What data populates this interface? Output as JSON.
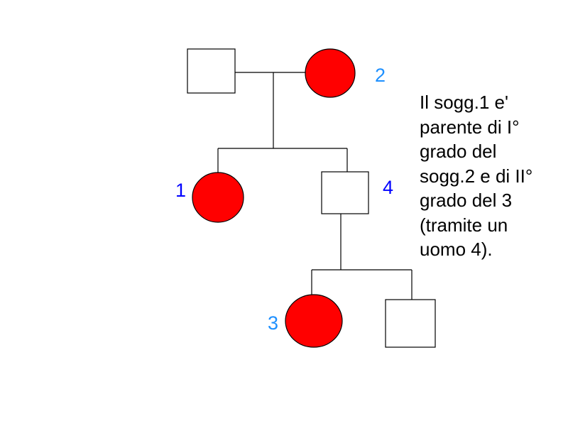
{
  "colors": {
    "affected": "#ff0000",
    "label_dark_blue": "#0000ff",
    "label_light_blue": "#1e90ff"
  },
  "labels": {
    "subject1": "1",
    "subject2": "2",
    "subject3": "3",
    "subject4": "4"
  },
  "note": {
    "lines": [
      "Il sogg.1 e'",
      "parente di I°",
      "grado del",
      "sogg.2 e di II°",
      "grado del 3",
      "(tramite un",
      "uomo 4)."
    ]
  }
}
